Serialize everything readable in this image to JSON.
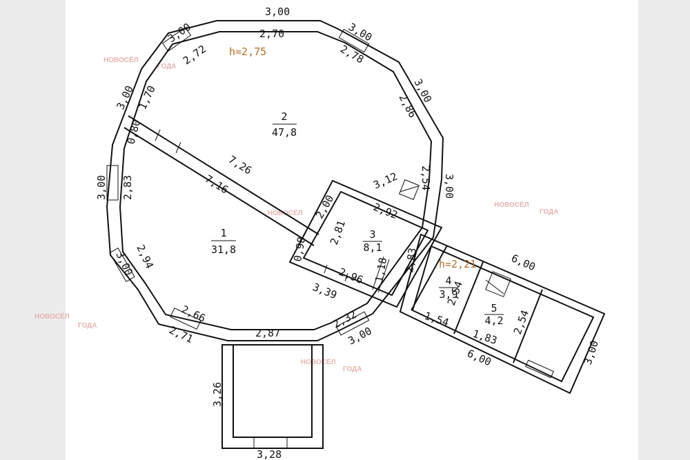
{
  "watermark": {
    "brand": "НОВОСЁЛ",
    "year_badge": "ГОДА"
  },
  "heights": {
    "main": "h=2,75",
    "annex": "h=2,21"
  },
  "rooms": [
    {
      "number": "2",
      "area": "47,8"
    },
    {
      "number": "1",
      "area": "31,8"
    },
    {
      "number": "3",
      "area": "8,1"
    },
    {
      "number": "4",
      "area": "3,9"
    },
    {
      "number": "5",
      "area": "4,2"
    }
  ],
  "dimensions": {
    "outer_top": "3,00",
    "outer_top_left": "3,00",
    "outer_top_right": "3,00",
    "outer_left_upper": "3,00",
    "outer_left_mid": "3,00",
    "outer_left_lower": "3,00",
    "outer_right_upper": "3,00",
    "outer_right_lower": "3,00",
    "outer_bottom_right": "3,00",
    "inner_top": "2,70",
    "inner_top_left": "2,72",
    "inner_top_right": "2,78",
    "inner_left_upper": "1,70",
    "inner_left_partition": "0,80",
    "inner_left": "2,83",
    "inner_left_lower": "2,94",
    "inner_right_upper": "2,86",
    "inner_right_short": "2,54",
    "partition_upper": "7,26",
    "partition_lower": "7,16",
    "bottom_left_inner": "2,66",
    "bottom_left_outer": "2,71",
    "bottom_inner": "2,87",
    "bottom_right_inner": "2,32",
    "room3_top_outer": "3,12",
    "room3_top_inner": "2,92",
    "room3_left_outer": "2,00",
    "room3_left_inner": "2,81",
    "room3_left_short": "0,98",
    "room3_right": "2,83",
    "room3_bottom": "2,96",
    "room3_outer_bottom": "3,39",
    "room3_stair": "1,18",
    "annex_top": "6,00",
    "annex_bottom": "6,00",
    "annex_end": "3,00",
    "room4_right": "2,54",
    "room4_bottom": "1,54",
    "room5_bottom": "1,83",
    "room5_right": "2,54",
    "porch_side": "3,26",
    "porch_bottom": "3,28"
  }
}
